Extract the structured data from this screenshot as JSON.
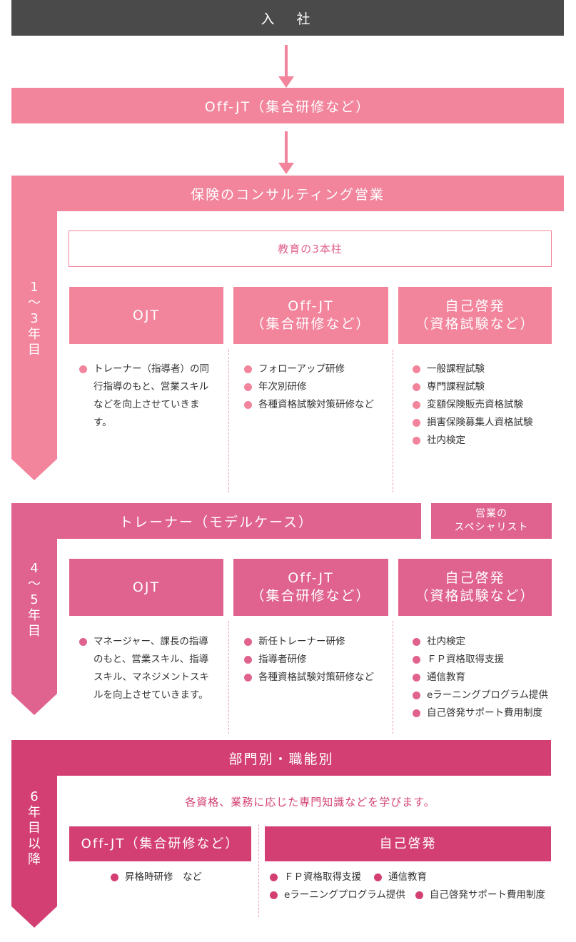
{
  "entry": {
    "label": "入　社"
  },
  "offjt_top": {
    "label": "Off-JT（集合研修など）"
  },
  "stage1": {
    "header": "保険のコンサルティング営業",
    "side_label": [
      "1",
      "〜",
      "3",
      "年",
      "目"
    ],
    "pillars_title": "教育の3本柱",
    "columns": [
      {
        "title_lines": [
          "OJT"
        ],
        "text": "トレーナー（指導者）の同行指導のもと、営業スキルなどを向上させていきます。"
      },
      {
        "title_lines": [
          "Off-JT",
          "（集合研修など）"
        ],
        "items": [
          "フォローアップ研修",
          "年次別研修",
          "各種資格試験対策研修など"
        ]
      },
      {
        "title_lines": [
          "自己啓発",
          "（資格試験など）"
        ],
        "items": [
          "一般課程試験",
          "専門課程試験",
          "変額保険販売資格試験",
          "損害保険募集人資格試験",
          "社内検定"
        ]
      }
    ]
  },
  "stage2": {
    "header": "トレーナー（モデルケース）",
    "specialist": [
      "営業の",
      "スペシャリスト"
    ],
    "side_label": [
      "4",
      "〜",
      "5",
      "年",
      "目"
    ],
    "columns": [
      {
        "title_lines": [
          "OJT"
        ],
        "text": "マネージャー、課長の指導のもと、営業スキル、指導スキル、マネジメントスキルを向上させていきます。"
      },
      {
        "title_lines": [
          "Off-JT",
          "（集合研修など）"
        ],
        "items": [
          "新任トレーナー研修",
          "指導者研修",
          "各種資格試験対策研修など"
        ]
      },
      {
        "title_lines": [
          "自己啓発",
          "（資格試験など）"
        ],
        "items": [
          "社内検定",
          "ＦＰ資格取得支援",
          "通信教育",
          "eラーニングプログラム提供",
          "自己啓発サポート費用制度"
        ]
      }
    ]
  },
  "stage3": {
    "header": "部門別・職能別",
    "side_label": [
      "6",
      "年",
      "目",
      "以",
      "降"
    ],
    "subtitle": "各資格、業務に応じた専門知識などを学びます。",
    "left_title": "Off-JT（集合研修など）",
    "left_items": [
      "昇格時研修　など"
    ],
    "right_title": "自己啓発",
    "right_items": [
      "ＦＰ資格取得支援",
      "通信教育",
      "eラーニングプログラム提供",
      "自己啓発サポート費用制度"
    ]
  },
  "colors": {
    "pink1": "#f2849c",
    "pink2": "#e0628e",
    "pink3": "#d33f72",
    "dark": "#4a4a4a"
  }
}
